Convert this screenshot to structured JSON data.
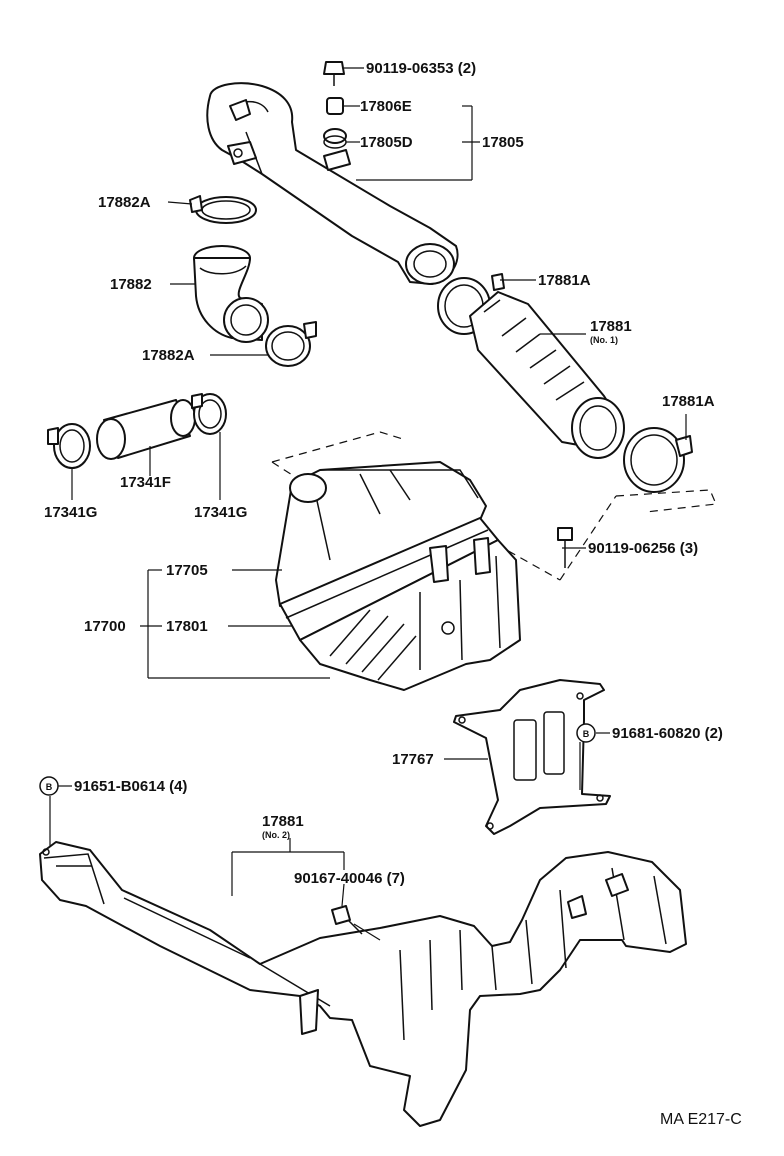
{
  "labels": {
    "l_90119_06353": "90119-06353 (2)",
    "l_17806e": "17806E",
    "l_17805d": "17805D",
    "l_17805": "17805",
    "l_17882a_top": "17882A",
    "l_17882": "17882",
    "l_17882a_bot": "17882A",
    "l_17881a_top": "17881A",
    "l_17881_no1": "17881",
    "l_17881_no1_sub": "(No. 1)",
    "l_17881a_right": "17881A",
    "l_17341f": "17341F",
    "l_17341g_left": "17341G",
    "l_17341g_right": "17341G",
    "l_90119_06256": "90119-06256 (3)",
    "l_17705": "17705",
    "l_17700": "17700",
    "l_17801": "17801",
    "l_91681": "91681-60820 (2)",
    "l_17767": "17767",
    "l_91651": "91651-B0614 (4)",
    "l_17881_no2": "17881",
    "l_17881_no2_sub": "(No. 2)",
    "l_90167": "90167-40046 (7)",
    "b_mark_1": "B",
    "b_mark_2": "B"
  },
  "figure_ref": "MA E217-C"
}
